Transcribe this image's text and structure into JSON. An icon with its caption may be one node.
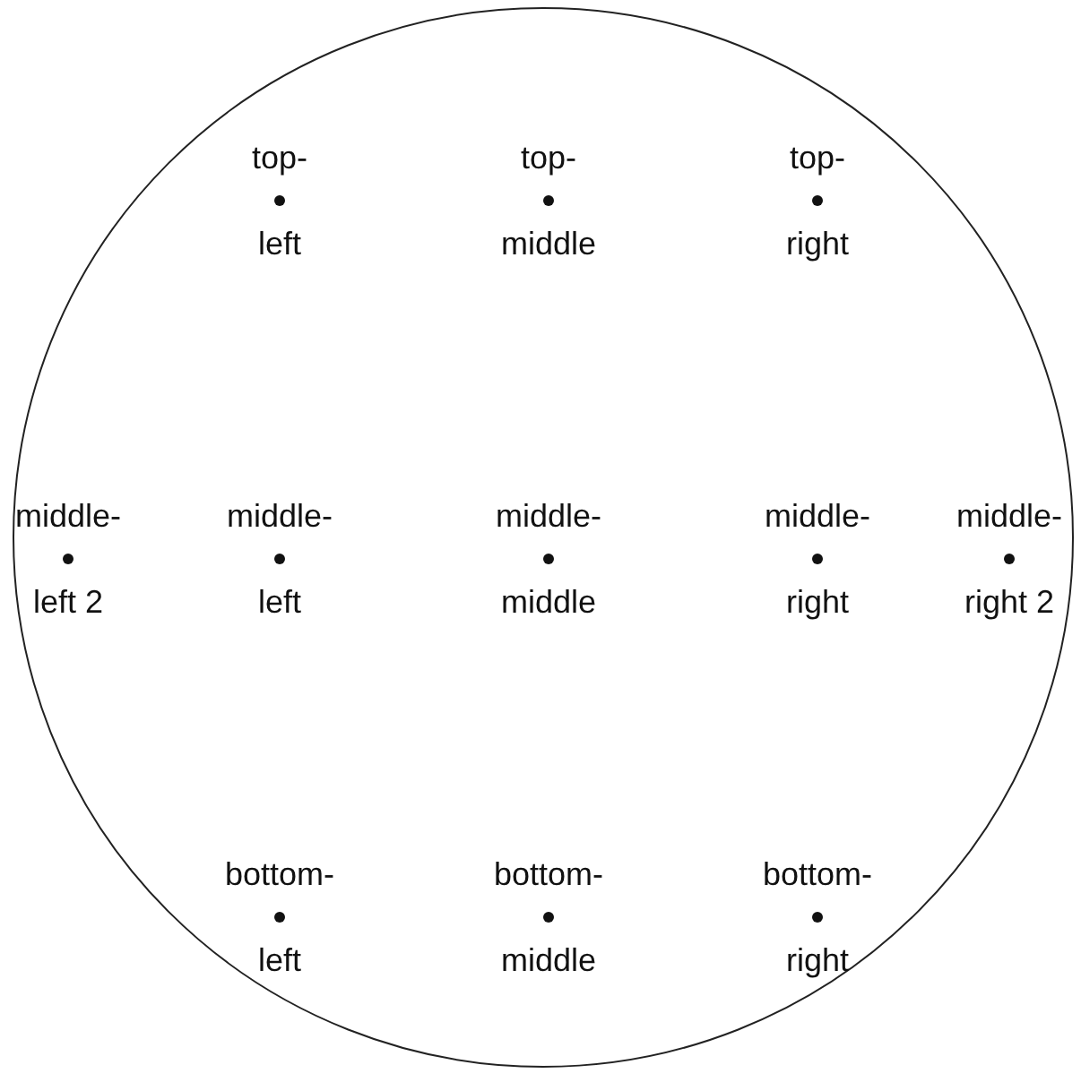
{
  "diagram": {
    "nodes": [
      {
        "text": [],
        "shape": "circle"
      },
      {
        "text": [
          "top-",
          "left"
        ],
        "in": 0
      },
      {
        "text": [
          "top-",
          "middle"
        ],
        "in": 0
      },
      {
        "text": [
          "top-",
          "right"
        ],
        "in": 0
      },
      {
        "text": [
          "middle-",
          "left 2"
        ],
        "in": 0
      },
      {
        "text": [
          "middle-",
          "left"
        ],
        "in": 0
      },
      {
        "text": [
          "middle-",
          "middle"
        ],
        "in": 0
      },
      {
        "text": [
          "middle-",
          "right"
        ],
        "in": 0
      },
      {
        "text": [
          "middle-",
          "right 2"
        ],
        "in": 0
      },
      {
        "text": [
          "bottom-",
          "left"
        ],
        "in": 0
      },
      {
        "text": [
          "bottom-",
          "middle"
        ],
        "in": 0
      },
      {
        "text": [
          "bottom-",
          "right"
        ],
        "in": 0
      }
    ]
  }
}
